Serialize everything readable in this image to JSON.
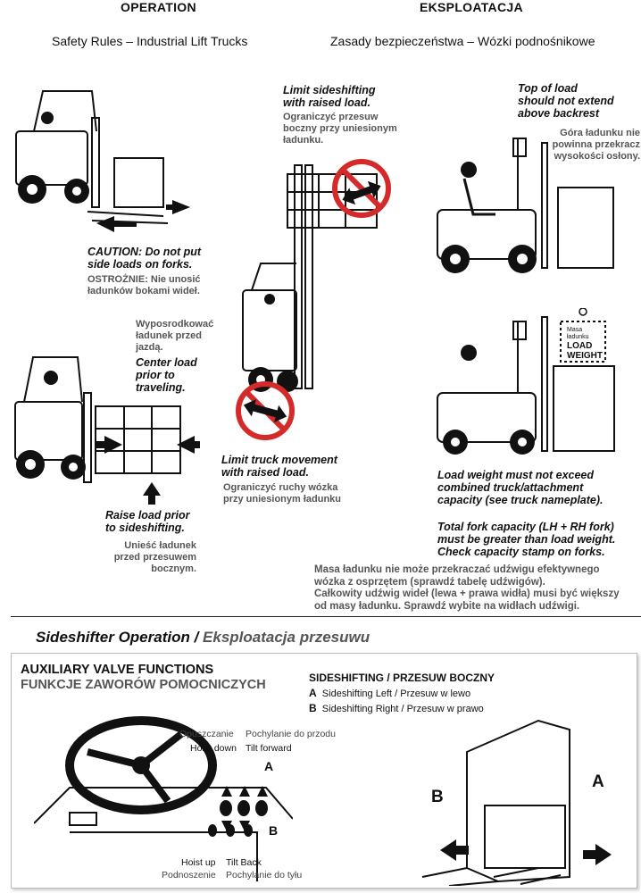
{
  "header": {
    "left_title": "OPERATION",
    "right_title": "EKSPLOATACJA",
    "left_subtitle": "Safety Rules – Industrial Lift Trucks",
    "right_subtitle": "Zasady bezpieczeństwa – Wózki podnośnikowe"
  },
  "rules": {
    "side_loads_en": [
      "CAUTION:  Do not put",
      "side loads on forks."
    ],
    "side_loads_pl": [
      "OSTROŻNIE: Nie unosić",
      "ładunków bokami wideł."
    ],
    "sideshift_raised_en": [
      "Limit sideshifting",
      "with raised load."
    ],
    "sideshift_raised_pl": [
      "Ograniczyć przesuw",
      "boczny przy uniesionym",
      "ładunku."
    ],
    "top_of_load_en": [
      "Top of load",
      "should not extend",
      "above backrest"
    ],
    "top_of_load_pl": [
      "Góra ładunku nie",
      "powinna przekracz",
      "wysokości osłony."
    ],
    "center_load_pl": [
      "Wyposrodkować",
      "ładunek przed",
      "jazdą."
    ],
    "center_load_en": [
      "Center load",
      "prior to",
      "traveling."
    ],
    "raise_load_en": [
      "Raise load prior",
      "to sideshifting."
    ],
    "raise_load_pl": [
      "Unieść ładunek",
      "przed przesuwem bocznym."
    ],
    "limit_movement_en": [
      "Limit truck movement",
      "with raised load."
    ],
    "limit_movement_pl": [
      "Ograniczyć ruchy wózka",
      "przy uniesionym ładunku"
    ],
    "load_weight_label": {
      "pl_1": "Masa",
      "pl_2": "ładunku",
      "en_1": "LOAD",
      "en_2": "WEIGHT"
    },
    "load_weight_en": [
      "Load weight must not exceed",
      "combined truck/attachment",
      "capacity (see truck nameplate)."
    ],
    "fork_capacity_en": [
      "Total fork capacity (LH + RH fork)",
      "must be greater than load weight.",
      "Check capacity stamp on forks."
    ],
    "load_weight_pl": [
      "Masa ładunku nie może przekraczać udźwigu efektywnego",
      "wózka z osprzętem (sprawdź tabelę udźwigów).",
      "Całkowity udźwig wideł (lewa + prawa widła) musi być większy",
      "od masy ładunku. Sprawdź wybite na widłach udźwigi."
    ]
  },
  "sideshifter": {
    "title_en": "Sideshifter Operation",
    "slash": " / ",
    "title_pl": "Eksploatacja przesuwu",
    "aux_title_en": "AUXILIARY VALVE FUNCTIONS",
    "aux_title_pl": "FUNKCJE ZAWORÓW POMOCNICZYCH",
    "sideshift_title": "SIDESHIFTING / PRZESUW BOCZNY",
    "item_a_key": "A",
    "item_a_text": "Sideshifting Left / Przesuw w lewo",
    "item_b_key": "B",
    "item_b_text": "Sideshifting Right / Przesuw w prawo",
    "lower_pl": "Opuszczanie",
    "hoist_down": "Hoist down",
    "tilt_forward_pl": "Pochylanie do przodu",
    "tilt_forward": "Tilt forward",
    "hoist_up": "Hoist up",
    "lift_pl": "Podnoszenie",
    "tilt_back": "Tilt Back",
    "tilt_back_pl": "Pochylanie do tyłu",
    "label_a": "A",
    "label_b": "B"
  },
  "colors": {
    "prohibit_red": "#d42a2a",
    "text": "#111111",
    "gray_text": "#555555"
  }
}
